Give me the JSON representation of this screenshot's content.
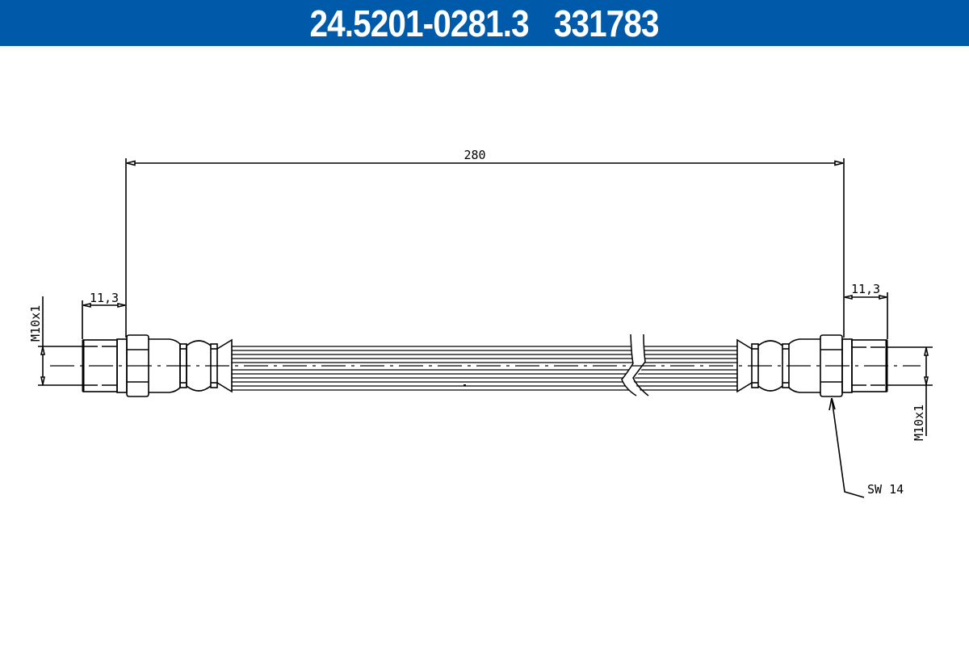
{
  "header": {
    "part_number": "24.5201-0281.3",
    "reference_number": "331783",
    "title": "24.5201-0281.3   331783",
    "background_color": "#005aaa",
    "text_color": "#ffffff"
  },
  "drawing": {
    "subject": "brake hose",
    "line_color": "#000000",
    "dimensions": {
      "overall_length": "280",
      "left_fitting_length": "11,3",
      "right_fitting_length": "11,3",
      "left_thread": "M10x1",
      "right_thread": "M10x1",
      "wrench_size": "SW 14"
    }
  }
}
